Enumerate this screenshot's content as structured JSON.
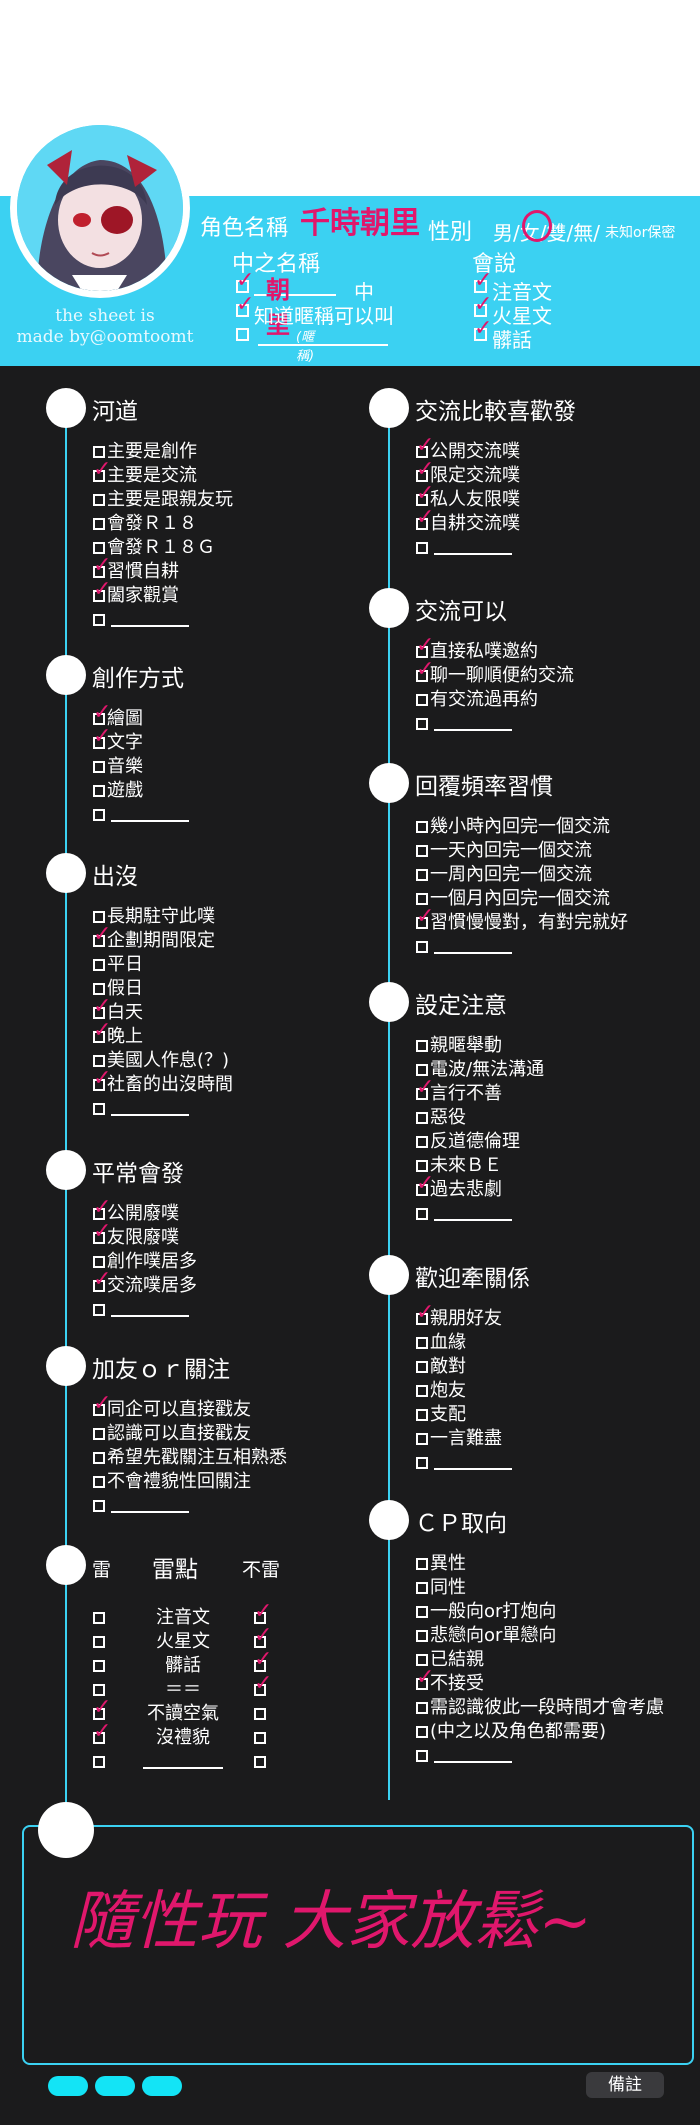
{
  "header": {
    "credit": [
      "the sheet is",
      "made by@oomtoomt"
    ],
    "character_label": "角色名稱",
    "character_value": "千時朝里",
    "gender_label": "性別",
    "gender_options": "男/女/雙/無/",
    "gender_other": "未知or保密",
    "gender_selected": "女",
    "player_label": "中之名稱",
    "player_value": "朝里",
    "player_suffix": "中",
    "player_opt2": "知道暱稱可以叫",
    "player_opt3_hint": "(暱稱)",
    "language_label": "會說",
    "language_items": [
      "注音文",
      "火星文",
      "髒話"
    ]
  },
  "left_sections": [
    {
      "title": "河道",
      "items": [
        "主要是創作",
        "主要是交流",
        "主要是跟親友玩",
        "會發Ｒ１８",
        "會發Ｒ１８Ｇ",
        "習慣自耕",
        "闔家觀賞"
      ],
      "checked": [
        1,
        5,
        6
      ]
    },
    {
      "title": "創作方式",
      "items": [
        "繪圖",
        "文字",
        "音樂",
        "遊戲"
      ],
      "checked": [
        0,
        1
      ]
    },
    {
      "title": "出沒",
      "items": [
        "長期駐守此噗",
        "企劃期間限定",
        "平日",
        "假日",
        "白天",
        "晚上",
        "美國人作息(？)",
        "社畜的出沒時間"
      ],
      "checked": [
        1,
        4,
        5,
        7
      ]
    },
    {
      "title": "平常會發",
      "items": [
        "公開廢噗",
        "友限廢噗",
        "創作噗居多",
        "交流噗居多"
      ],
      "checked": [
        0,
        1,
        3
      ]
    },
    {
      "title": "加友ｏｒ關注",
      "items": [
        "同企可以直接戳友",
        "認識可以直接戳友",
        "希望先戳關注互相熟悉",
        "不會禮貌性回關注"
      ],
      "checked": [
        0
      ]
    }
  ],
  "mines": {
    "col_left": "雷",
    "title": "雷點",
    "col_right": "不雷",
    "rows": [
      "注音文",
      "火星文",
      "髒話",
      "＝＝",
      "不讀空氣",
      "沒禮貌"
    ],
    "left_checked": [
      4,
      5
    ],
    "right_checked": [
      0,
      1,
      2,
      3
    ]
  },
  "right_sections": [
    {
      "title": "交流比較喜歡發",
      "items": [
        "公開交流噗",
        "限定交流噗",
        "私人友限噗",
        "自耕交流噗"
      ],
      "checked": [
        0,
        1,
        2,
        3
      ]
    },
    {
      "title": "交流可以",
      "items": [
        "直接私噗邀約",
        "聊一聊順便約交流",
        "有交流過再約"
      ],
      "checked": [
        0,
        1
      ]
    },
    {
      "title": "回覆頻率習慣",
      "items": [
        "幾小時內回完一個交流",
        "一天內回完一個交流",
        "一周內回完一個交流",
        "一個月內回完一個交流",
        "習慣慢慢對，有對完就好"
      ],
      "checked": [
        4
      ]
    },
    {
      "title": "設定注意",
      "items": [
        "親暱舉動",
        "電波/無法溝通",
        "言行不善",
        "惡役",
        "反道德倫理",
        "未來ＢＥ",
        "過去悲劇"
      ],
      "checked": [
        2,
        6
      ]
    },
    {
      "title": "歡迎牽關係",
      "items": [
        "親朋好友",
        "血緣",
        "敵對",
        "炮友",
        "支配",
        "一言難盡"
      ],
      "checked": [
        0
      ]
    },
    {
      "title": "ＣＰ取向",
      "items": [
        "異性",
        "同性",
        "一般向or打炮向",
        "悲戀向or單戀向",
        "已結親",
        "不接受",
        "需認識彼此一段時間才會考慮",
        "(中之以及角色都需要)"
      ],
      "checked": [
        5
      ]
    }
  ],
  "memo": {
    "text": "隨性玩 大家放鬆~",
    "label": "備註"
  },
  "colors": {
    "accent": "#3bd1f2",
    "dark": "#1b1b1c",
    "check": "#e0176c"
  }
}
